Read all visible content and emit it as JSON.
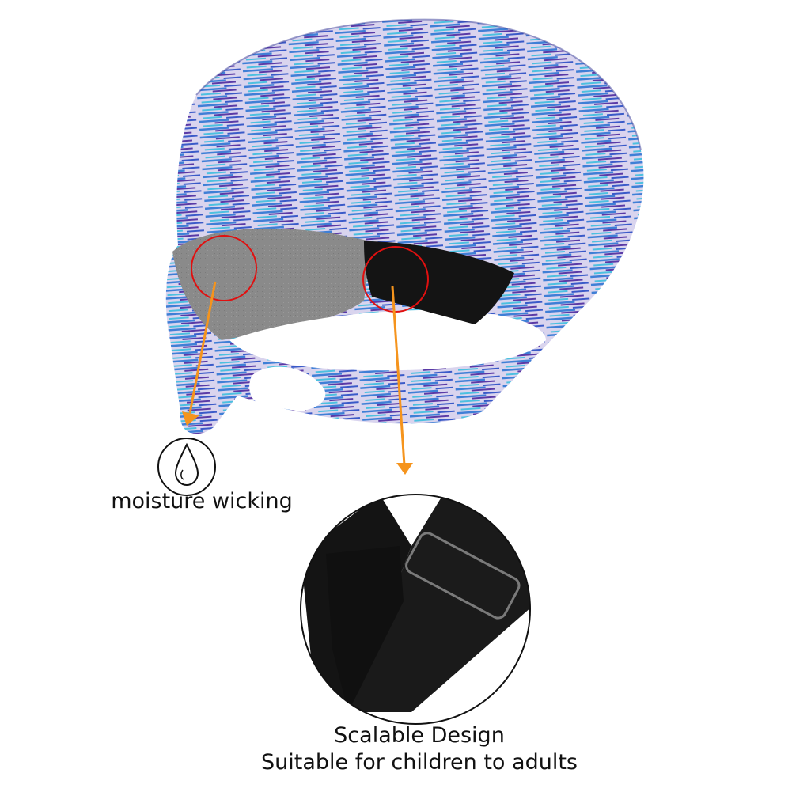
{
  "product": {
    "type": "VR eye mask / sweat band",
    "colors": {
      "fabric_light": "#d9d4ee",
      "fabric_blue": "#3f7fd6",
      "fabric_cyan": "#4cc0e0",
      "fabric_purple": "#5a3aa6",
      "pad_gray": "#8a8a8a",
      "strap_black": "#141414",
      "callout_red": "#e01010",
      "arrow_orange": "#f5941d",
      "text": "#111111"
    }
  },
  "callouts": [
    {
      "id": "pad",
      "feature": "moisture wicking",
      "icon": "water-drop-icon"
    },
    {
      "id": "strap",
      "feature": "Scalable Design",
      "icon": "adjustable-strap-closeup"
    }
  ],
  "labels": {
    "moisture": "moisture wicking",
    "scalable_line1": "Scalable Design",
    "scalable_line2": "Suitable for children to adults"
  }
}
